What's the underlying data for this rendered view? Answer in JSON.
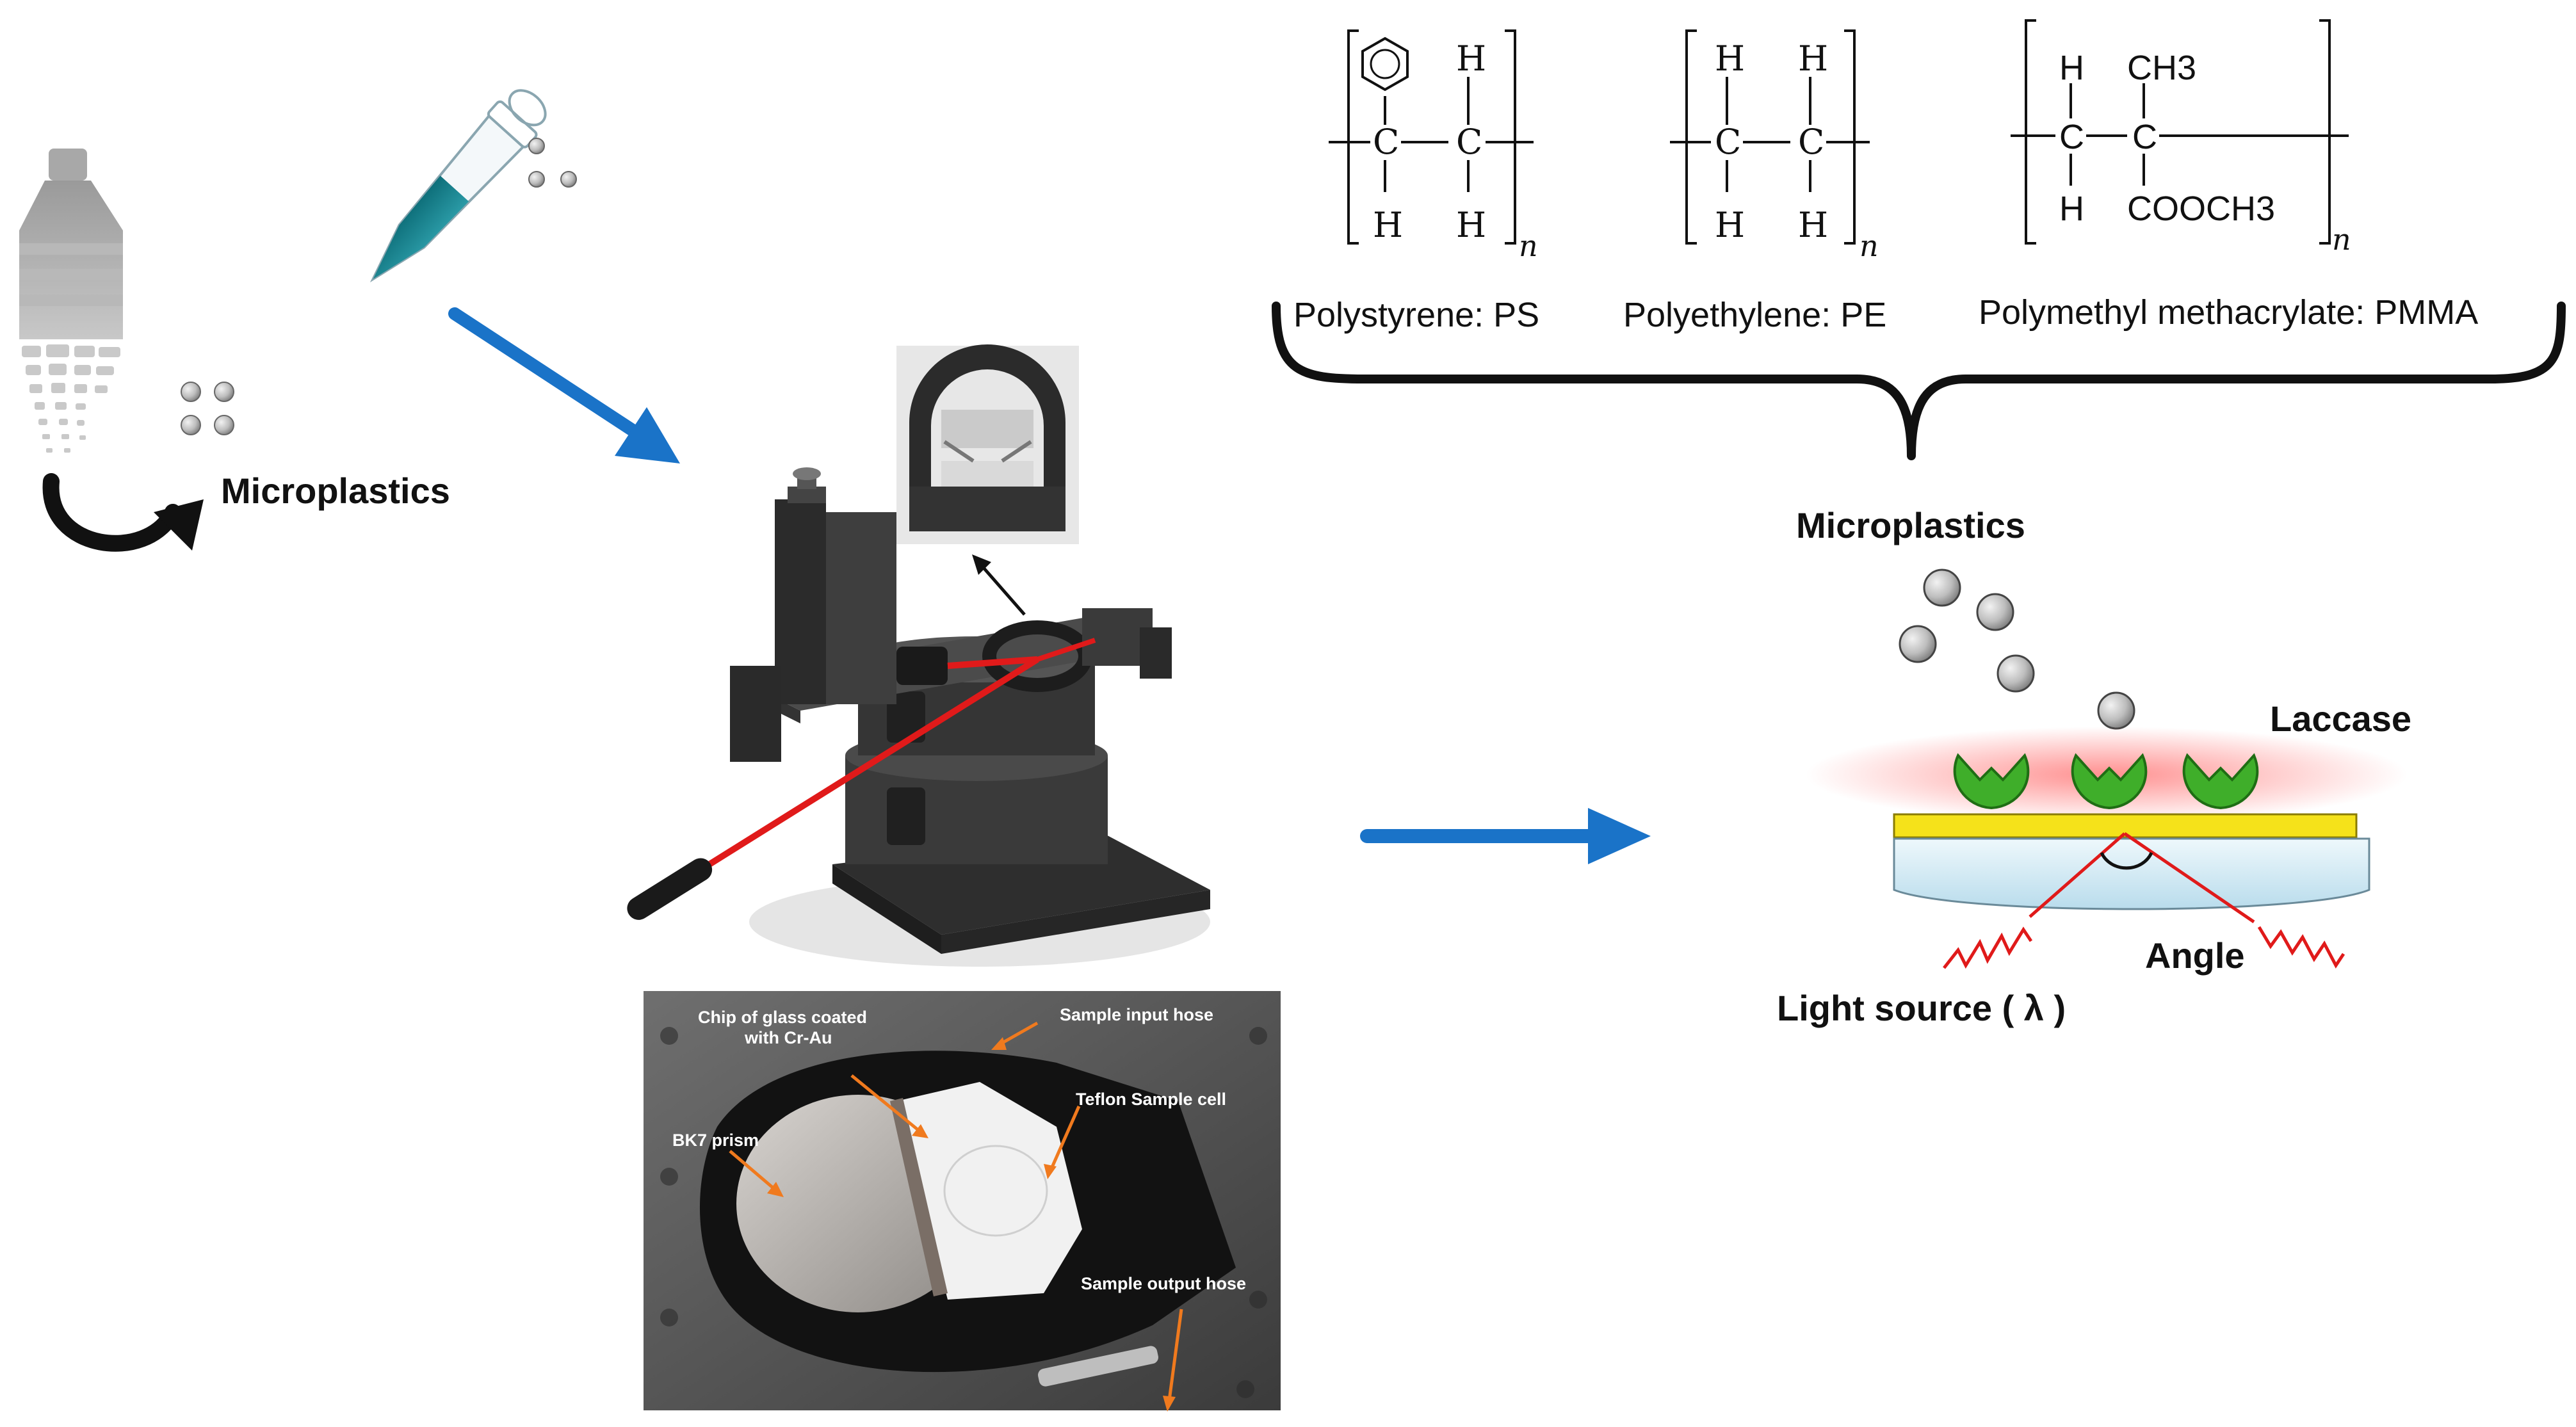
{
  "left_panel": {
    "microplastics_label": "Microplastics"
  },
  "polymers": {
    "atom_c": "C",
    "atom_h": "H",
    "methyl": "CH3",
    "ester": "COOCH3",
    "repeat_n": "n",
    "ps_name": "Polystyrene: PS",
    "pe_name": "Polyethylene: PE",
    "pmma_name": "Polymethyl methacrylate: PMMA"
  },
  "spr_panel": {
    "microplastics_label": "Microplastics",
    "laccase_label": "Laccase",
    "angle_label": "Angle",
    "light_source_label": "Light source ( λ )"
  },
  "photo": {
    "chip_label_line1": "Chip of glass coated",
    "chip_label_line2": "with Cr-Au",
    "input_hose_label": "Sample input hose",
    "teflon_label": "Teflon Sample cell",
    "prism_label": "BK7 prism",
    "output_hose_label": "Sample output hose"
  },
  "colors": {
    "arrow_blue": "#1a73c8",
    "laser_red": "#e01a1a",
    "laccase_green": "#3fae2a",
    "gold_film": "#f5e21a",
    "prism_blue": "#d9eef8",
    "label_orange": "#f07a1e"
  },
  "icons": [
    "plastic-bottle-icon",
    "curved-arrow-icon",
    "pipette-tube-icon",
    "particle-icon",
    "laccase-enzyme-icon",
    "wave-icon"
  ]
}
